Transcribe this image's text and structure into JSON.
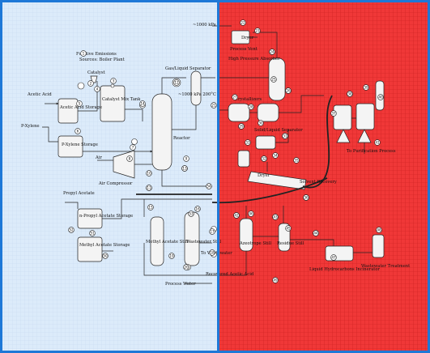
{
  "colors": {
    "left_overlay": "#dcebfa",
    "right_overlay": "#f03838",
    "border": "#1e78d7",
    "grid_left": "#c4d8ee",
    "grid_right": "#c91f1f"
  },
  "labels": {
    "fugitive_emissions": "Fugitive Emissions",
    "sources_boiler_plant": "Sources: Boiler Plant",
    "catalyst": "Catalyst",
    "acetic_acid_input": "Acetic Acid",
    "acetic_acid_storage": "Acetic Acid Storage",
    "catalyst_mix_tank": "Catalyst Mix Tank",
    "gas_liquid_separator": "Gas/Liquid Separator",
    "pxylene_input": "P-Xylene",
    "pxylene_storage": "P-Xylene Storage",
    "temp_pressure": "~1000 kPa 200°C",
    "reactor": "Reactor",
    "air": "Air",
    "air_compressor": "Air Compressor",
    "dryer": "Dryer",
    "process_vent": "Process Vent",
    "high_pressure_absorber": "High Pressure Absorber",
    "top_pressure": "~1000 kPa",
    "crystallizers": "Crystallizers",
    "solid_liquid_separator": "Solid/Liquid Separator",
    "dryer_2": "Dryer",
    "purification_process": "To Purification Process",
    "solvent_recovery": "Solvent Recovery",
    "propyl_acetate": "Propyl Acetate",
    "npropyl_acetate_storage": "n-Propyl Acetate Storage",
    "methyl_acetate_storage": "Methyl Acetate Storage",
    "methyl_acetate_still": "Methyl Acetate Still",
    "wastewater_still": "Wastewater Still",
    "to_wastewater": "To Wastewater",
    "azeotrope_still": "Azeotrope Still",
    "residue_still": "Residue Still",
    "liquid_hydrocarbons_incinerator": "Liquid Hydrocarbons Incinerator",
    "wastewater_treatment": "Wastewater Treatment",
    "recovered_acetic_acid": "Recovered Acetic Acid",
    "process_water": "Process Water"
  },
  "stream_numbers": [
    "1",
    "2",
    "3",
    "4",
    "5",
    "6",
    "7",
    "8",
    "9",
    "10",
    "11",
    "12",
    "13",
    "14",
    "15",
    "16",
    "17",
    "18",
    "19",
    "20",
    "21",
    "22",
    "23",
    "24",
    "25",
    "26",
    "27",
    "28",
    "29",
    "30",
    "31",
    "32",
    "33",
    "34",
    "35",
    "36",
    "37",
    "38",
    "39",
    "40",
    "41",
    "42",
    "43",
    "44",
    "45",
    "46",
    "47",
    "48",
    "49",
    "50",
    "51",
    "52",
    "53",
    "54"
  ]
}
